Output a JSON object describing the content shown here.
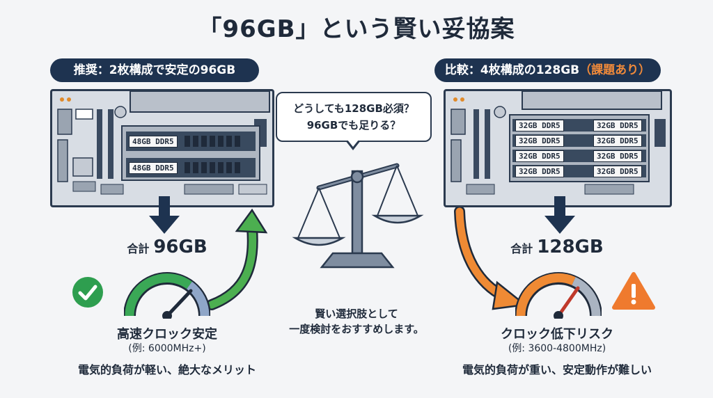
{
  "title": "「96GB」という賢い妥協案",
  "left": {
    "header": "推奨：2枚構成で安定の96GB",
    "modules": [
      "48GB DDR5",
      "48GB DDR5"
    ],
    "total_label": "合計",
    "total_value": "96GB",
    "speed_title": "高速クロック安定",
    "speed_example": "(例: 6000MHz+)",
    "summary": "電気的負荷が軽い、絶大なメリット"
  },
  "right": {
    "header_main": "比較：4枚構成の128GB",
    "header_warn": "（課題あり）",
    "modules": [
      "32GB DDR5",
      "32GB DDR5",
      "32GB DDR5",
      "32GB DDR5",
      "32GB DDR5",
      "32GB DDR5",
      "32GB DDR5",
      "32GB DDR5"
    ],
    "total_label": "合計",
    "total_value": "128GB",
    "speed_title": "クロック低下リスク",
    "speed_example": "(例: 3600-4800MHz)",
    "summary": "電気的負荷が重い、安定動作が難しい"
  },
  "center": {
    "bubble_line1": "どうしても128GB必須？",
    "bubble_line2": "96GBでも足りる？",
    "note_line1": "賢い選択肢として",
    "note_line2": "一度検討をおすすめします。"
  },
  "colors": {
    "navy": "#1e3350",
    "green": "#2e9e4f",
    "orange": "#ef8a34"
  },
  "icons": [
    "check-icon",
    "warning-icon",
    "speedometer-icon",
    "balance-scale-icon",
    "down-arrow-icon"
  ]
}
